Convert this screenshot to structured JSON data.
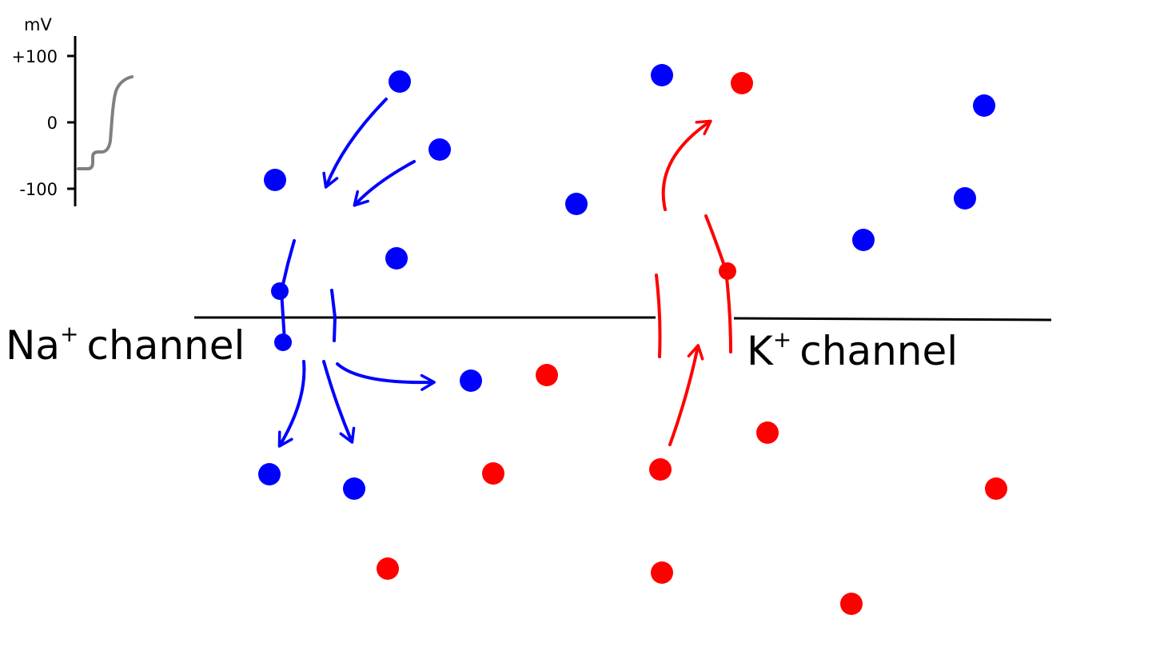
{
  "voltage_plot": {
    "unit": "mV",
    "ticks": [
      "+100",
      "0",
      "-100"
    ],
    "trace_color": "#808080"
  },
  "labels": {
    "na_channel": {
      "ion": "Na",
      "charge": "+",
      "word": "channel"
    },
    "k_channel": {
      "ion": "K",
      "charge": "+",
      "word": "channel"
    }
  },
  "colors": {
    "sodium": "#0000ff",
    "potassium": "#ff0000",
    "membrane": "#000000"
  }
}
